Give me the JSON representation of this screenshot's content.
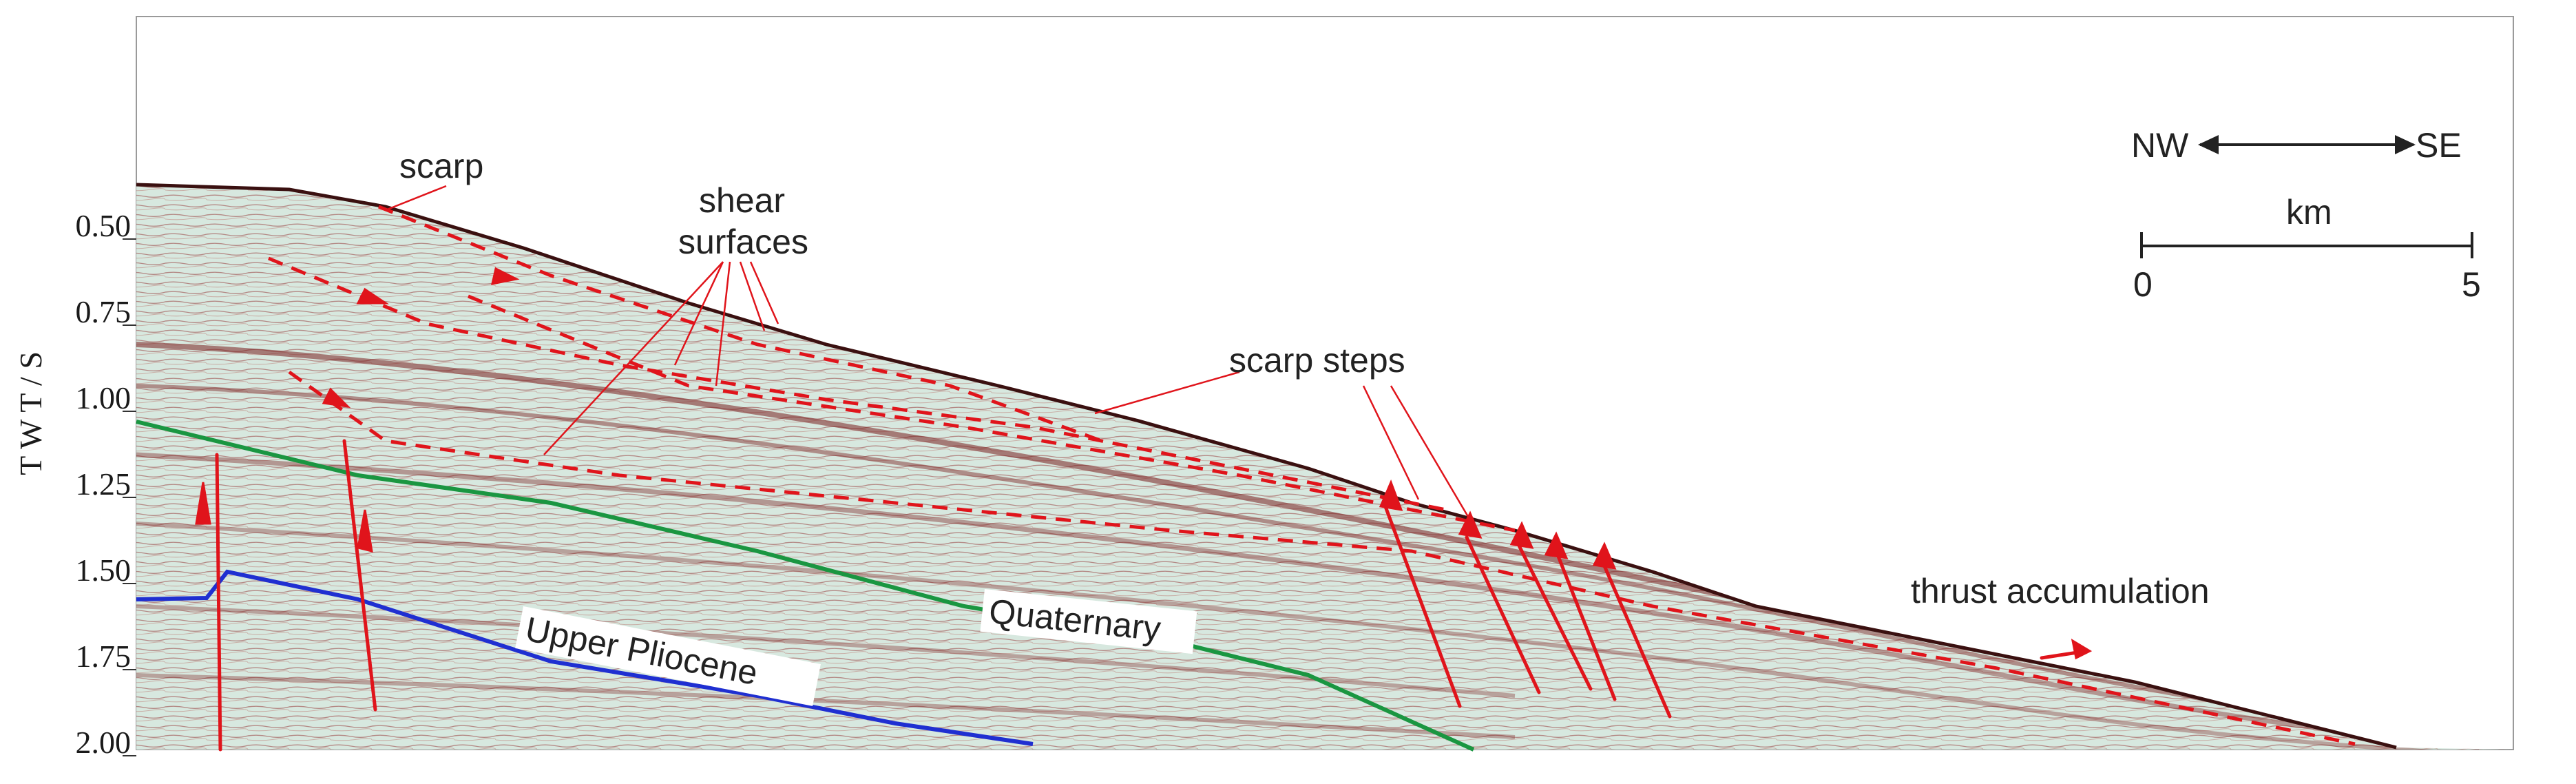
{
  "yaxis": {
    "label": "T W T / S",
    "ticks": [
      "0.50",
      "0.75",
      "1.00",
      "1.25",
      "1.50",
      "1.75",
      "2.00"
    ],
    "tick_values": [
      0.5,
      0.75,
      1.0,
      1.25,
      1.5,
      1.75,
      2.0
    ]
  },
  "orientation": {
    "left": "NW",
    "right": "SE"
  },
  "scalebar": {
    "unit": "km",
    "start": "0",
    "end": "5"
  },
  "annotations": {
    "scarp": "scarp",
    "shear_line1": "shear",
    "shear_line2": "surfaces",
    "scarp_steps": "scarp steps",
    "thrust": "thrust accumulation"
  },
  "horizons": {
    "quaternary": "Quaternary",
    "pliocene": "Upper Pliocene"
  },
  "colors": {
    "fault": "#e0141b",
    "quaternary": "#1a9641",
    "pliocene": "#1f2fd1",
    "seismic_bg": "#dcebe3",
    "reflector": "#7a1f1f"
  }
}
